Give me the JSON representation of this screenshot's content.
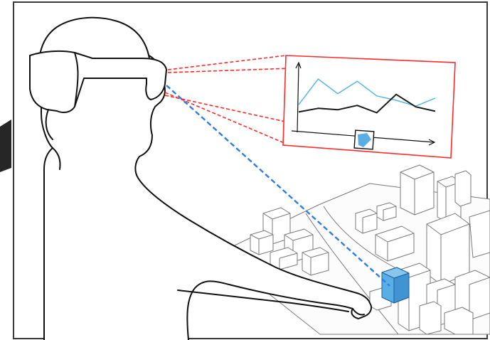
{
  "colors": {
    "frame_border": "#3a3a3a",
    "outline": "#111111",
    "building_outline": "#7a7a7a",
    "sightline_red": "#ff2b2b",
    "pointer_blue": "#2f7de1",
    "highlight_blue": "#5aaee6",
    "chart_series_blue": "#59b6e6",
    "chart_series_black": "#1a1a1a",
    "left_dark_block": "#262626"
  },
  "scene": {
    "subject": "person-with-headset",
    "virtual_panel": "line-chart-panel",
    "target": "highlighted-building"
  },
  "chart_data": {
    "type": "line",
    "x": [
      0,
      1,
      2,
      3,
      4,
      5,
      6,
      7
    ],
    "series": [
      {
        "values": [
          3.0,
          6.5,
          4.5,
          6.2,
          4.2,
          3.6,
          2.8,
          3.9
        ]
      },
      {
        "values": [
          2.0,
          2.5,
          2.3,
          2.9,
          1.9,
          4.4,
          2.7,
          2.1
        ]
      }
    ]
  }
}
